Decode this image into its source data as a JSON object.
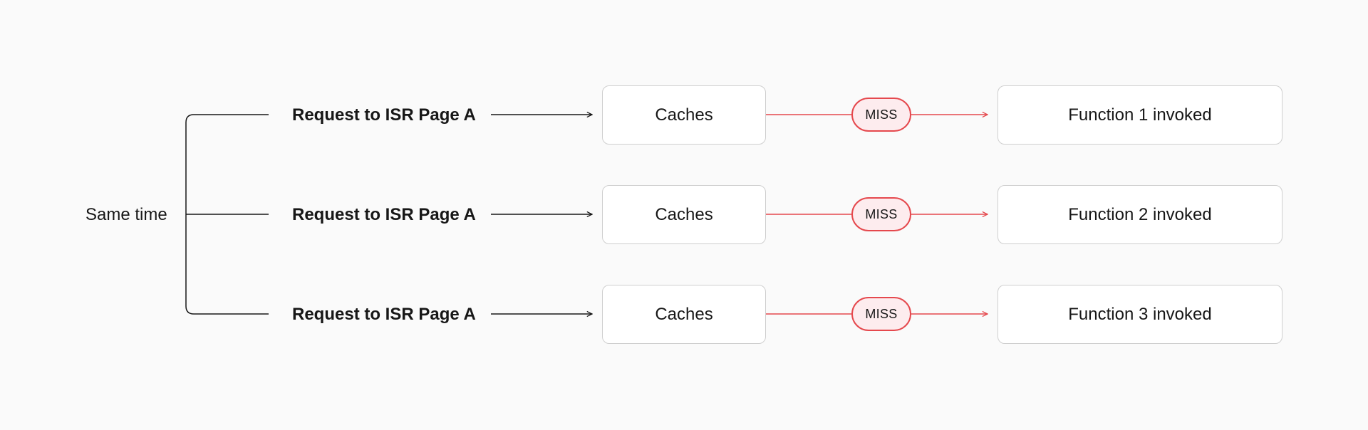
{
  "source_label": "Same time",
  "colors": {
    "background": "#fafafa",
    "line": "#171717",
    "miss_line": "#e5484d",
    "miss_fill": "#fdecee",
    "box_border": "#cfcfcf"
  },
  "rows": [
    {
      "request": "Request to ISR Page A",
      "cache": "Caches",
      "status": "MISS",
      "result": "Function 1 invoked"
    },
    {
      "request": "Request to ISR Page A",
      "cache": "Caches",
      "status": "MISS",
      "result": "Function 2 invoked"
    },
    {
      "request": "Request to ISR Page A",
      "cache": "Caches",
      "status": "MISS",
      "result": "Function 3 invoked"
    }
  ]
}
